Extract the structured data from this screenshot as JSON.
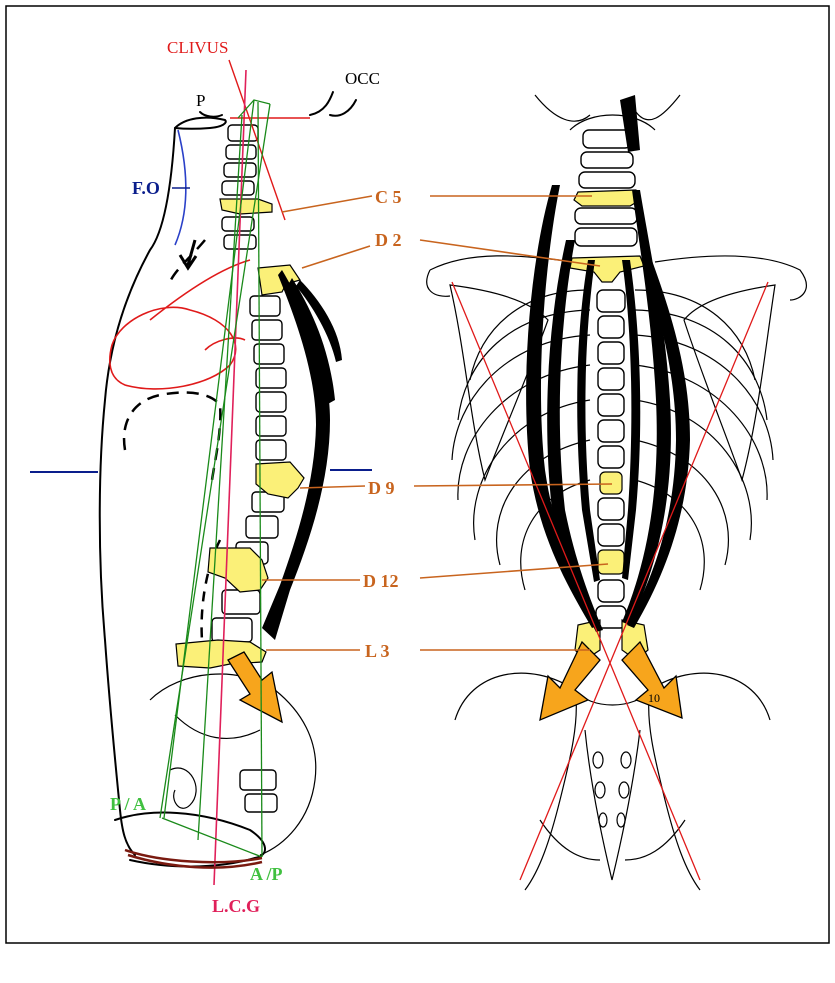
{
  "colors": {
    "orange_label": "#c8641e",
    "red_line": "#e01a1a",
    "pink_line": "#e0205a",
    "green_line": "#1a8a1a",
    "green_label": "#40c040",
    "blue_label": "#0a1e8c",
    "vertebra_highlight": "#fbf078",
    "arrow_orange": "#f7a51c",
    "brown_line": "#7a1a10"
  },
  "labels": {
    "clivus": "CLIVUS",
    "occ": "OCC",
    "p": "P",
    "fo": "F.O",
    "c5": "C 5",
    "d2": "D 2",
    "d9": "D 9",
    "d12": "D 12",
    "l3": "L 3",
    "pa": "P / A",
    "ap": "A /P",
    "lcg": "L.C.G",
    "arrow_number": "10"
  },
  "icons": [
    "spine-lateral-view",
    "spine-posterior-view",
    "orange-arrow"
  ]
}
